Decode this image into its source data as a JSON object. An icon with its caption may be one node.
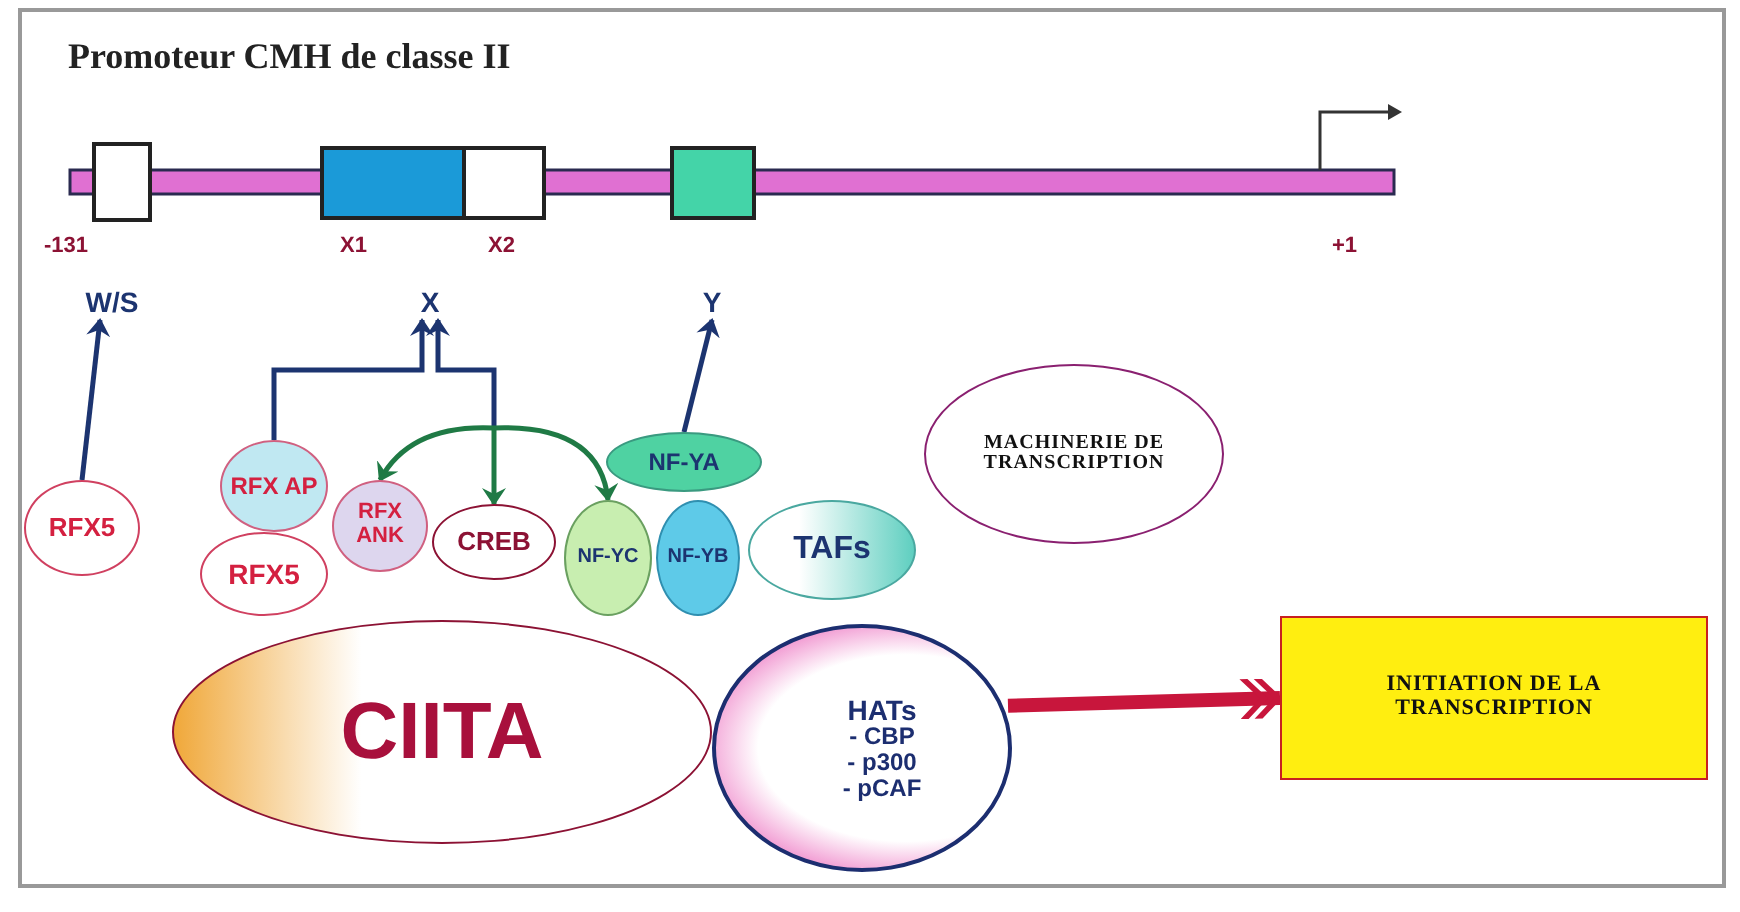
{
  "diagram": {
    "title": "Promoteur CMH de classe II",
    "nodes": [
      {
        "text": [
          "W/S"
        ]
      },
      {
        "text": [
          "X"
        ]
      },
      {
        "text": [
          "Y"
        ]
      },
      {
        "text": [
          "RFX5"
        ]
      },
      {
        "text": [
          "RFX AP"
        ]
      },
      {
        "text": [
          "RFX ANK"
        ]
      },
      {
        "text": [
          "RFX5"
        ]
      },
      {
        "text": [
          "CREB"
        ]
      },
      {
        "text": [
          "NF-YA"
        ]
      },
      {
        "text": [
          "NF-YC"
        ]
      },
      {
        "text": [
          "NF-YB"
        ]
      },
      {
        "text": [
          "TAFs"
        ]
      },
      {
        "text": [
          "MACHINERIE DE TRANSCRIPTION"
        ]
      },
      {
        "text": [
          "CIITA"
        ]
      },
      {
        "text": [
          "HATs",
          "- CBP",
          "- p300",
          "- pCAF"
        ]
      },
      {
        "text": [
          "INITIATION DE LA TRANSCRIPTION"
        ]
      }
    ],
    "edges": [
      {
        "from": 3,
        "to": 0,
        "arrow": "to"
      },
      {
        "from": 4,
        "to": 1,
        "arrow": "to"
      },
      {
        "from": null,
        "to": 1,
        "arrow": "to"
      },
      {
        "from": 8,
        "to": 2,
        "arrow": "to"
      },
      {
        "from": null,
        "to": 5,
        "arrow": "to",
        "color": "#1f7a45"
      },
      {
        "from": null,
        "to": 7,
        "arrow": "to",
        "color": "#1f7a45"
      },
      {
        "from": null,
        "to": 9,
        "arrow": "to",
        "color": "#1f7a45"
      },
      {
        "from": 14,
        "to": 15,
        "arrow": "to",
        "style": "thick",
        "color": "#c8163c"
      }
    ],
    "labels": [
      "-131",
      "X1",
      "X2",
      "+1"
    ]
  }
}
